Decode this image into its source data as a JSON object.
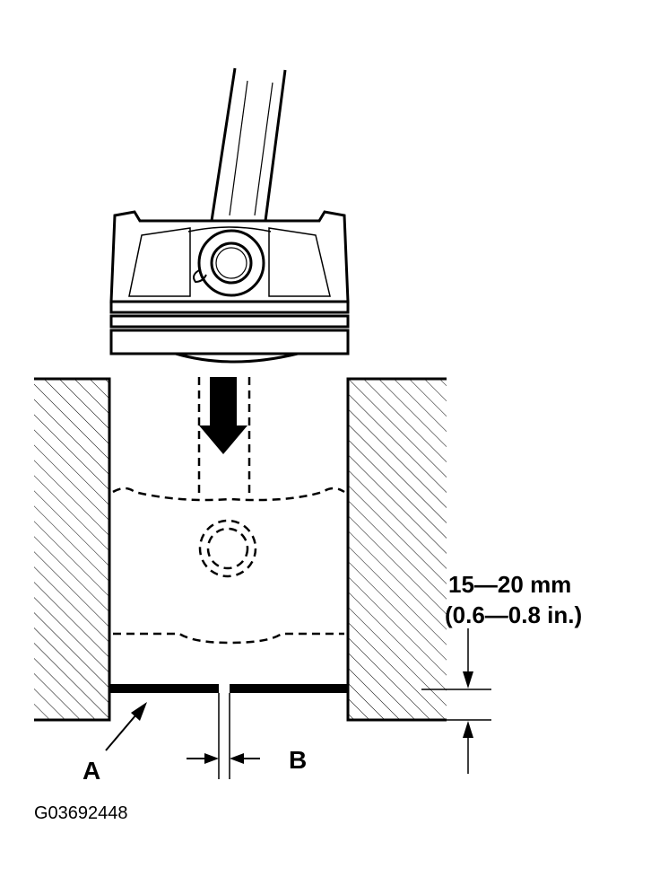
{
  "diagram": {
    "callout_a": "A",
    "callout_b": "B",
    "dimension_metric": "15—20 mm",
    "dimension_imperial": "(0.6—0.8 in.)",
    "figure_code": "G03692448"
  },
  "colors": {
    "ink": "#000000",
    "paper": "#ffffff"
  }
}
